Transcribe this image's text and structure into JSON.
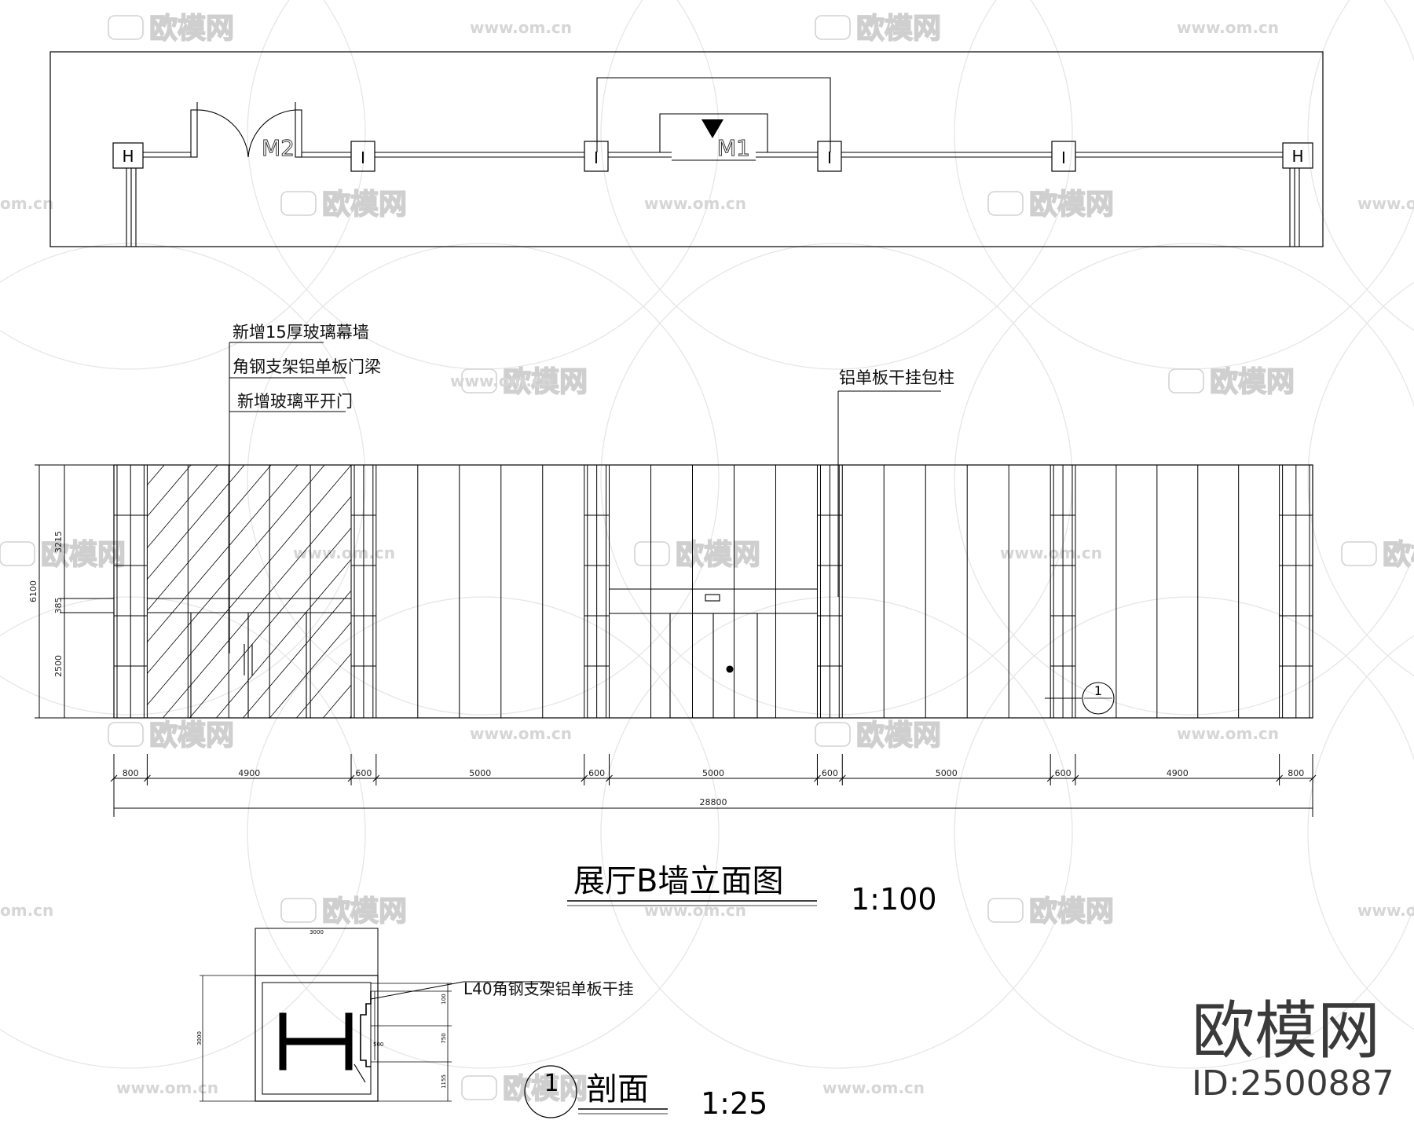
{
  "plan": {
    "door_m2": "M2",
    "door_m1": "M1",
    "column_symbols": [
      "H",
      "I",
      "I",
      "I",
      "I",
      "H"
    ]
  },
  "elevation": {
    "notes_left": [
      "新增15厚玻璃幕墙",
      "角钢支架铝单板门梁",
      "新增玻璃平开门"
    ],
    "note_right": "铝单板干挂包柱",
    "height_dims": [
      "3215",
      "385",
      "2500"
    ],
    "height_total": "6100",
    "width_dims": [
      "800",
      "4900",
      "600",
      "5000",
      "600",
      "5000",
      "600",
      "5000",
      "600",
      "4900",
      "800"
    ],
    "width_total": "28800",
    "section_marker": "1"
  },
  "title": {
    "text": "展厅B墙立面图",
    "scale": "1:100"
  },
  "section": {
    "note": "L40角钢支架铝单板干挂",
    "top_dim": "3000",
    "left_dim": "3000",
    "right_dims": [
      "100",
      "750",
      "500",
      "1155"
    ],
    "marker": "1",
    "title": "剖面",
    "scale": "1:25"
  },
  "watermark": {
    "brand": "欧模网",
    "url": "www.om.cn",
    "url_short": "om.cn",
    "id": "ID:2500887"
  }
}
